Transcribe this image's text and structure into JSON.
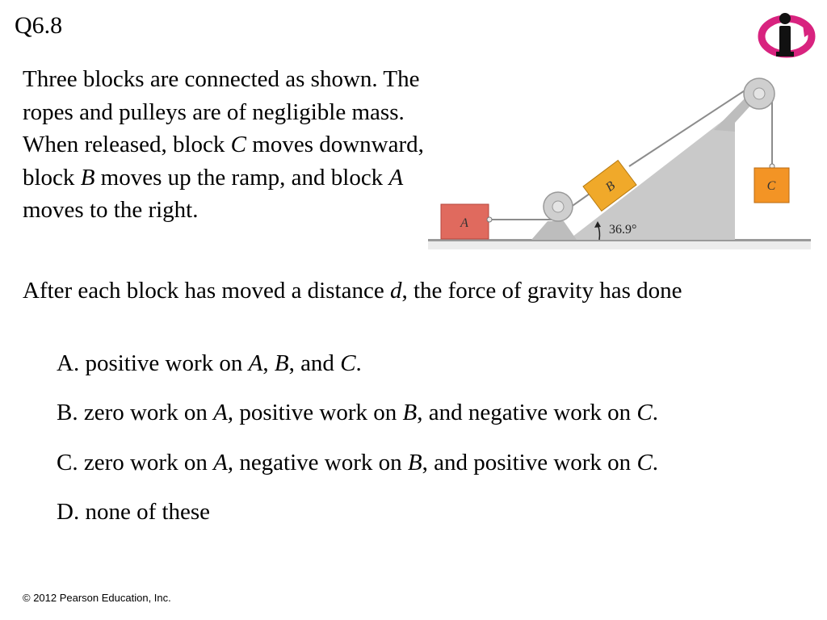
{
  "slide": {
    "number": "Q6.8",
    "stem": {
      "p1": "Three blocks are connected as shown. The ropes and pulleys are of negligible mass. When released, block ",
      "c1": "C",
      "p2": " moves downward, block ",
      "b1": "B",
      "p3": " moves up the ramp, and block ",
      "a1": "A",
      "p4": " moves to the right."
    },
    "prompt": {
      "p1": "After each block has moved a distance ",
      "d": "d",
      "p2": ", the force of gravity has done"
    },
    "options": {
      "a": {
        "prefix": "A. positive work on ",
        "v1": "A",
        "s1": ", ",
        "v2": "B",
        "s2": ", and ",
        "v3": "C",
        "end": "."
      },
      "b": {
        "prefix": "B. zero work on ",
        "v1": "A,",
        "s1": " positive work on ",
        "v2": "B",
        "s2": ", and negative work on ",
        "v3": "C",
        "end": "."
      },
      "c": {
        "prefix": "C. zero work on ",
        "v1": "A,",
        "s1": " negative work on ",
        "v2": "B",
        "s2": ", and positive work on ",
        "v3": "C",
        "end": "."
      },
      "d": {
        "text": "D. none of these"
      }
    },
    "copyright": "© 2012 Pearson Education, Inc."
  },
  "figure": {
    "block_a": "A",
    "block_b": "B",
    "block_c": "C",
    "angle_label": "36.9°",
    "colors": {
      "block_a": "#e06a5e",
      "block_b": "#f0a92a",
      "block_c": "#f39425",
      "ramp": "#c9c9c9",
      "pulley": "#cfcfcf",
      "rope": "#8c8c8c",
      "logo_ring": "#d8237f"
    }
  },
  "logo": {
    "icon": "info-i-icon"
  }
}
